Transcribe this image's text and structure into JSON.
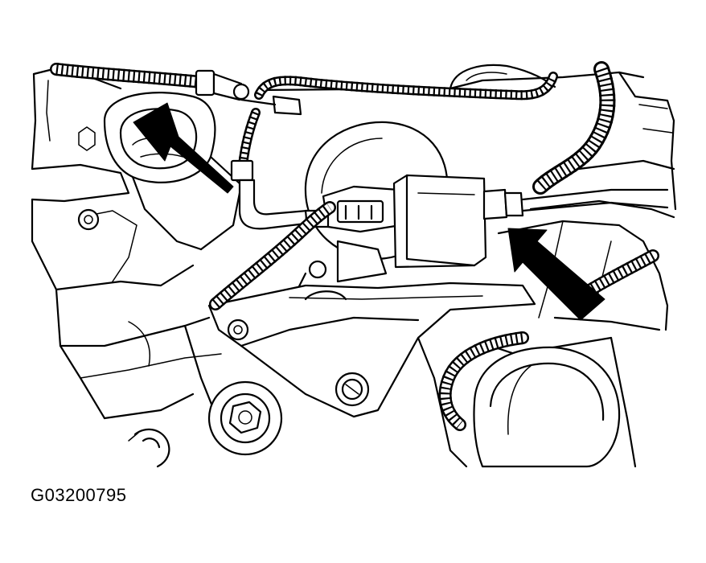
{
  "figure": {
    "code": "G03200795"
  },
  "colors": {
    "ink": "#000000",
    "paper": "#ffffff"
  },
  "callouts": [
    {
      "name": "upper-left-arrow",
      "points_to": "hose-elbow-connector"
    },
    {
      "name": "right-arrow",
      "points_to": "pipe-fitting"
    }
  ]
}
